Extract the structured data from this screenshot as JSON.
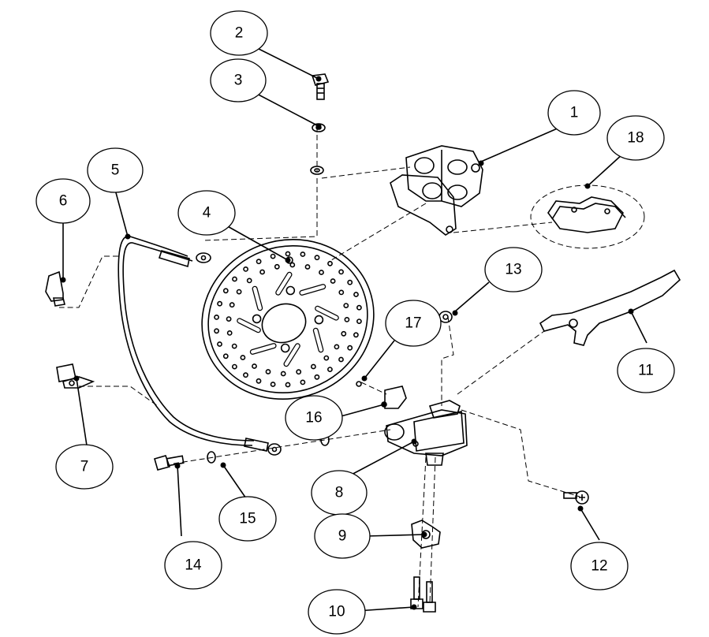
{
  "diagram": {
    "callouts": [
      {
        "id": "callout-1",
        "label": "1"
      },
      {
        "id": "callout-2",
        "label": "2"
      },
      {
        "id": "callout-3",
        "label": "3"
      },
      {
        "id": "callout-4",
        "label": "4"
      },
      {
        "id": "callout-5",
        "label": "5"
      },
      {
        "id": "callout-6",
        "label": "6"
      },
      {
        "id": "callout-7",
        "label": "7"
      },
      {
        "id": "callout-8",
        "label": "8"
      },
      {
        "id": "callout-9",
        "label": "9"
      },
      {
        "id": "callout-10",
        "label": "10"
      },
      {
        "id": "callout-11",
        "label": "11"
      },
      {
        "id": "callout-12",
        "label": "12"
      },
      {
        "id": "callout-13",
        "label": "13"
      },
      {
        "id": "callout-14",
        "label": "14"
      },
      {
        "id": "callout-15",
        "label": "15"
      },
      {
        "id": "callout-16",
        "label": "16"
      },
      {
        "id": "callout-17",
        "label": "17"
      },
      {
        "id": "callout-18",
        "label": "18"
      }
    ],
    "colors": {
      "ink": "#000000",
      "background": "#ffffff",
      "part_fill": "#ffffff",
      "part_shade": "#d9d9d9"
    }
  }
}
